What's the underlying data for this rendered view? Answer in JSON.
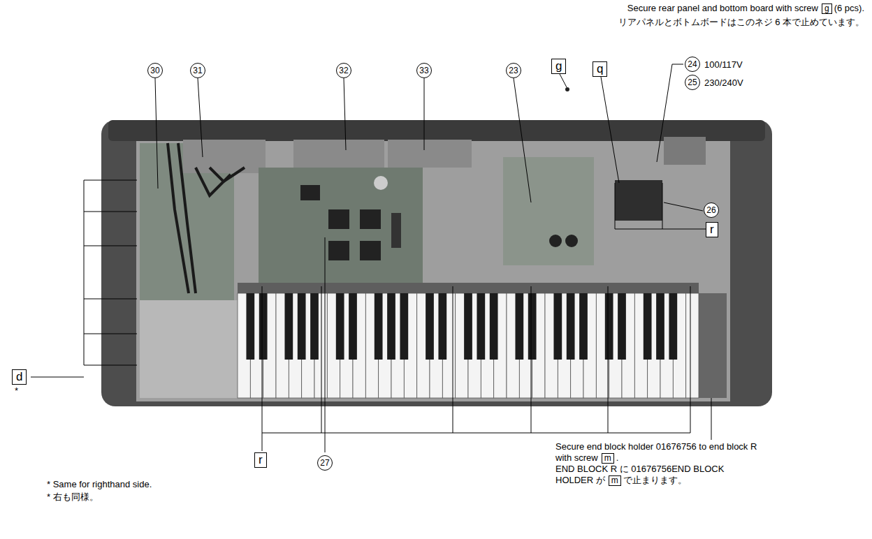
{
  "diagram": {
    "labels": [
      "Secure rear panel and bottom board with screw",
      "g",
      "(6 pcs).",
      "リアパネルとボトムボードはこのネジ 6 本で止めています。",
      "g",
      "30",
      "31",
      "32",
      "33",
      "23",
      "q",
      "24",
      "100/117V",
      "25",
      "230/240V",
      "26",
      "r",
      "d",
      "*",
      "* Same for righthand side.",
      "* 右も同様。",
      "r",
      "27",
      "Secure end block holder 01676756 to end block R with screw",
      "m",
      ".",
      "END BLOCK R に 01676756END BLOCK HOLDER が",
      "m",
      "で止まります。"
    ]
  }
}
